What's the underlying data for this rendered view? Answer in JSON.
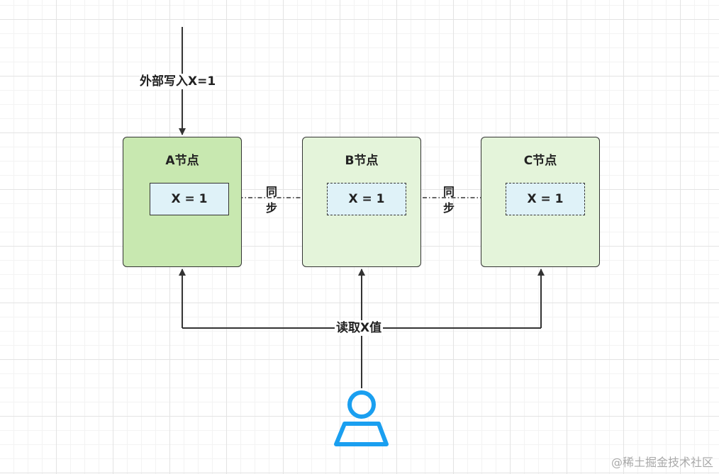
{
  "write_label": "外部写入X=1",
  "nodes": [
    {
      "title": "A节点",
      "value": "X = 1"
    },
    {
      "title": "B节点",
      "value": "X = 1"
    },
    {
      "title": "C节点",
      "value": "X = 1"
    }
  ],
  "sync_chars": [
    "同",
    "步"
  ],
  "read_label": "读取X值",
  "watermark": "@稀土掘金技术社区",
  "colors": {
    "node_a_fill": "#c8e8b0",
    "node_bc_fill": "#e4f4da",
    "value_box_fill": "#dff2f8",
    "user_icon": "#1a9ff0",
    "stroke": "#333333"
  },
  "icons": [
    "user-icon"
  ]
}
